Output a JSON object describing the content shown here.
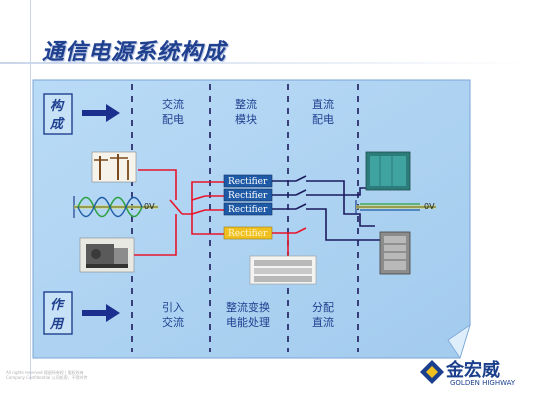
{
  "title": "通信电源系统构成",
  "left_labels": {
    "top": [
      "构",
      "成"
    ],
    "bottom": [
      "作",
      "用"
    ]
  },
  "columns": {
    "top": [
      {
        "line1": "交流",
        "line2": "配电"
      },
      {
        "line1": "整流",
        "line2": "模块"
      },
      {
        "line1": "直流",
        "line2": "配电"
      }
    ],
    "bottom": [
      {
        "line1": "引入",
        "line2": "交流"
      },
      {
        "line1": "整流变换",
        "line2": "电能处理"
      },
      {
        "line1": "分配",
        "line2": "直流"
      }
    ]
  },
  "rectifiers": [
    "Rectifier",
    "Rectifier",
    "Rectifier",
    "Rectifier"
  ],
  "voltage_labels": {
    "left": "0V",
    "right": "0V"
  },
  "colors": {
    "panel": "#aed3f2",
    "title": "#1f3f8f",
    "red_line": "#e8152b",
    "dark_line": "#1b1b5e",
    "rectifier": "#1f5aa6",
    "rectifier_highlight": "#f0c020"
  },
  "footer": {
    "line1": "All rights reserved 保留所有权 | 版权所有",
    "line2": "Company Confidential 公司机密，不得外传"
  },
  "logo": {
    "cn": "金宏威",
    "en": "GOLDEN HIGHWAY"
  }
}
